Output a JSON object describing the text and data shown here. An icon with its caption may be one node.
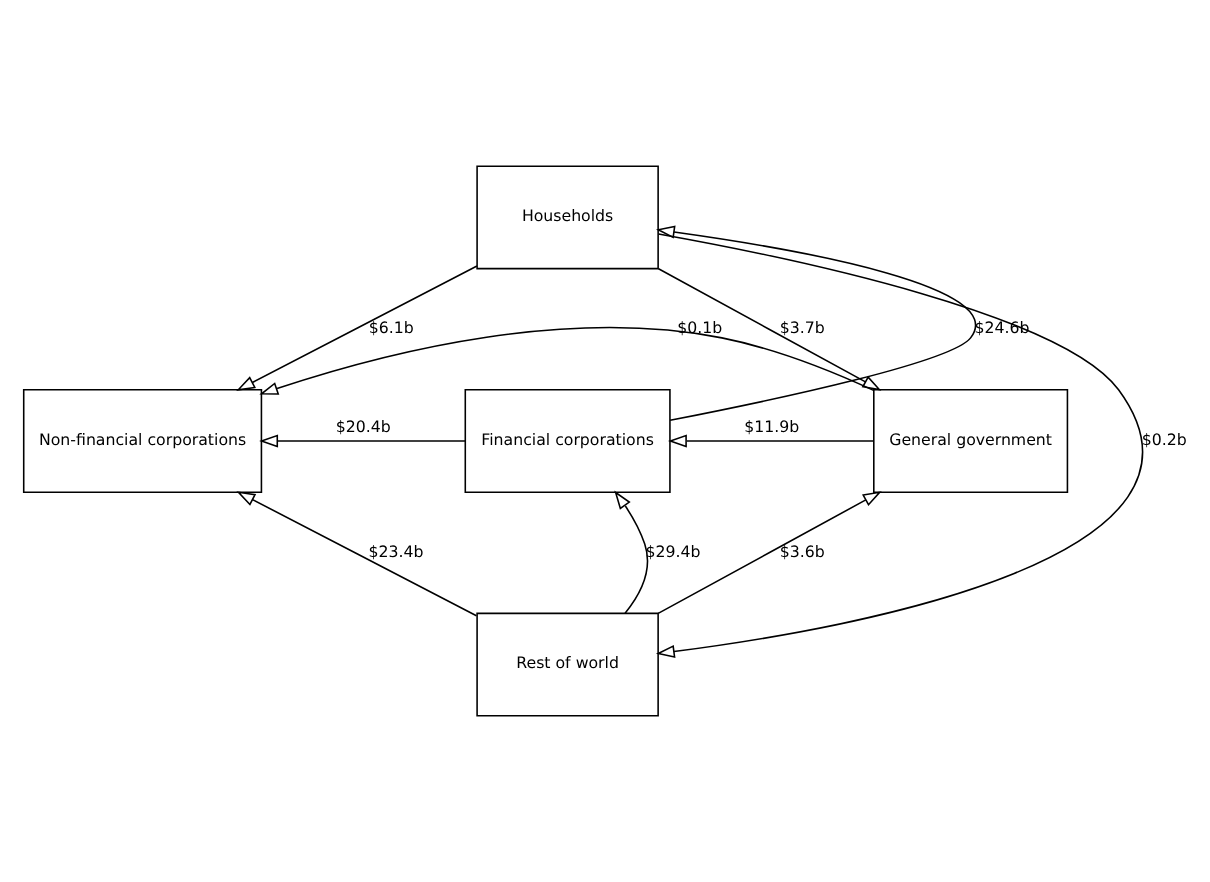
{
  "diagram": {
    "nodes": [
      {
        "text": [
          "Households"
        ]
      },
      {
        "text": [
          "Non-financial corporations"
        ]
      },
      {
        "text": [
          "Financial corporations"
        ]
      },
      {
        "text": [
          "General government"
        ]
      },
      {
        "text": [
          "Rest of world"
        ]
      }
    ],
    "edges": [
      {
        "from": 0,
        "to": 1,
        "arrow": "to",
        "label": "$6.1b"
      },
      {
        "from": 0,
        "to": 3,
        "arrow": "to",
        "label": "$3.7b"
      },
      {
        "from": 2,
        "to": 0,
        "arrow": "to",
        "label": "$24.6b"
      },
      {
        "from": 2,
        "to": 1,
        "arrow": "to",
        "label": "$20.4b"
      },
      {
        "from": 3,
        "to": 2,
        "arrow": "to",
        "label": "$11.9b"
      },
      {
        "from": 0,
        "to": 4,
        "arrow": "to",
        "label": "$0.2b"
      },
      {
        "from": 4,
        "to": 2,
        "arrow": "to",
        "label": "$29.4b"
      },
      {
        "from": 4,
        "to": 1,
        "arrow": "to",
        "label": "$23.4b"
      },
      {
        "from": 4,
        "to": 3,
        "arrow": "to",
        "label": "$3.6b"
      },
      {
        "from": 3,
        "to": 1,
        "arrow": "to",
        "label": "$0.1b"
      }
    ]
  }
}
